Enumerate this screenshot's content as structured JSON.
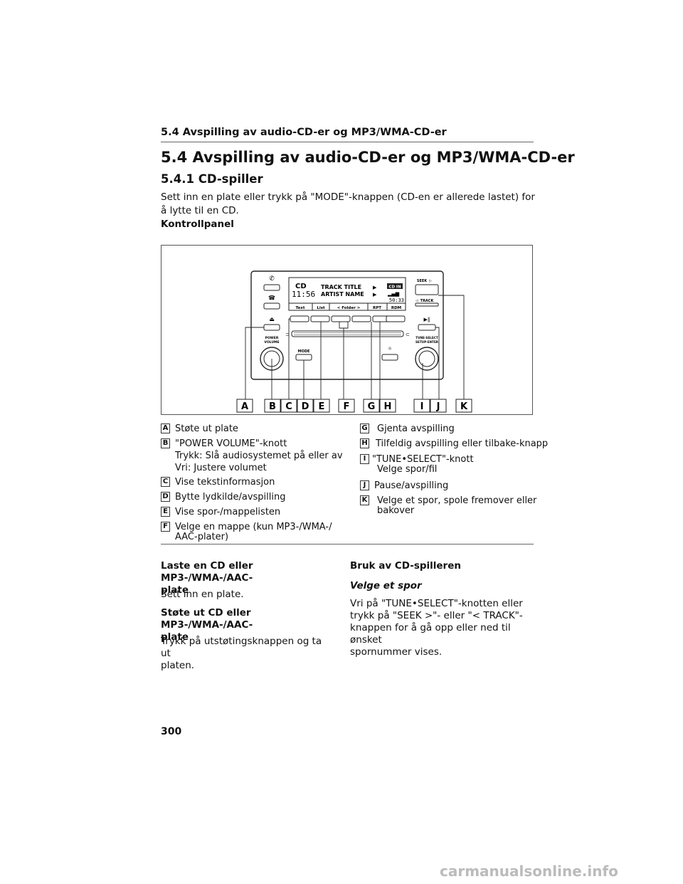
{
  "running_header": "5.4  Avspilling av audio-CD-er og MP3/WMA-CD-er",
  "section_title": "5.4  Avspilling av audio-CD-er og MP3/WMA-CD-er",
  "subsection_title": "5.4.1  CD-spiller",
  "intro": "Sett inn en plate eller trykk på \"MODE\"-knappen (CD-en er allerede lastet) for å lytte til en CD.",
  "panel_heading": "Kontrollpanel",
  "figure": {
    "buttons": {
      "seek": "SEEK",
      "track": "TRACK",
      "power_volume": [
        "POWER",
        "VOLUME"
      ],
      "mode": "MODE",
      "tune_select": [
        "TUNE·SELECT",
        "SETUP·ENTER"
      ]
    },
    "display": {
      "source": "CD",
      "time": "11:56",
      "track_title": "TRACK TITLE",
      "artist_name": "ARTIST NAME",
      "cd_in": "CD IN",
      "elapsed": "50:33",
      "softkeys": [
        "Text",
        "List",
        "<  Folder  >",
        "RPT",
        "RDM"
      ]
    },
    "callouts": [
      "A",
      "B",
      "C",
      "D",
      "E",
      "F",
      "G",
      "H",
      "I",
      "J",
      "K"
    ]
  },
  "legend_left": [
    {
      "key": "A",
      "lines": [
        "Støte ut plate"
      ]
    },
    {
      "key": "B",
      "lines": [
        "\"POWER VOLUME\"-knott",
        "Trykk: Slå audiosystemet på eller av",
        "Vri: Justere volumet"
      ]
    },
    {
      "key": "C",
      "lines": [
        "Vise tekstinformasjon"
      ]
    },
    {
      "key": "D",
      "lines": [
        "Bytte lydkilde/avspilling"
      ]
    },
    {
      "key": "E",
      "lines": [
        "Vise spor-/mappelisten"
      ]
    },
    {
      "key": "F",
      "lines": [
        "Velge en mappe (kun MP3-/WMA-/",
        "AAC-plater)"
      ]
    }
  ],
  "legend_right": [
    {
      "key": "G",
      "lines": [
        "Gjenta avspilling"
      ]
    },
    {
      "key": "H",
      "lines": [
        "Tilfeldig avspilling eller tilbake-knapp"
      ]
    },
    {
      "key": "I",
      "lines": [
        "\"TUNE•SELECT\"-knott",
        "Velge spor/fil"
      ]
    },
    {
      "key": "J",
      "lines": [
        "Pause/avspilling"
      ]
    },
    {
      "key": "K",
      "lines": [
        "Velge et spor, spole fremover eller",
        "bakover"
      ]
    }
  ],
  "left_column": {
    "load_heading": [
      "Laste en CD eller MP3-/WMA-/AAC-",
      "plate"
    ],
    "load_text": "Sett inn en plate.",
    "eject_heading": [
      "Støte ut CD eller MP3-/WMA-/AAC-",
      "plate"
    ],
    "eject_text": [
      "Trykk på utstøtingsknappen og ta ut",
      "platen."
    ]
  },
  "right_column": {
    "use_heading": "Bruk av CD-spilleren",
    "select_heading": "Velge et spor",
    "select_text": [
      "Vri på \"TUNE•SELECT\"-knotten eller",
      "trykk på \"SEEK >\"- eller \"< TRACK\"-",
      "knappen for å gå opp eller ned til ønsket",
      "spornummer vises."
    ]
  },
  "page_number": "300",
  "watermark": "carmanualsonline.info"
}
